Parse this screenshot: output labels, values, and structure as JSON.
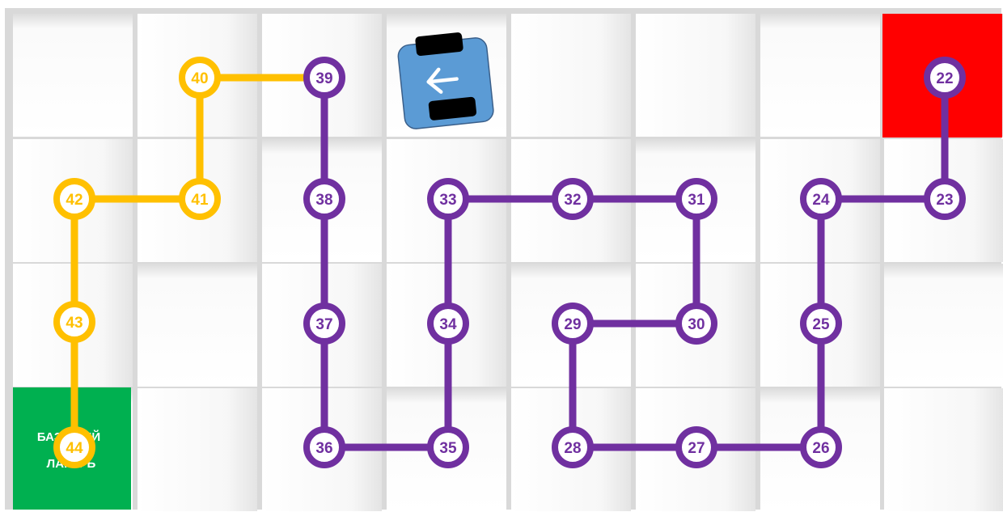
{
  "base_cell": {
    "line1": "БАЗОВЫЙ",
    "line2": "ЛАГЕРЬ"
  },
  "colors": {
    "purple": "#7030a0",
    "yellow": "#ffc000",
    "start": "#ff0000",
    "base": "#00b050",
    "robot": "#5b9bd5",
    "wall": "#c8c8c8"
  },
  "robot": {
    "arrow": "left-arrow"
  },
  "path": {
    "purple_nodes": [
      "22",
      "23",
      "24",
      "25",
      "26",
      "27",
      "28",
      "29",
      "30",
      "31",
      "32",
      "33",
      "34",
      "35",
      "36",
      "37",
      "38",
      "39"
    ],
    "yellow_nodes": [
      "40",
      "41",
      "42",
      "43",
      "44"
    ]
  }
}
